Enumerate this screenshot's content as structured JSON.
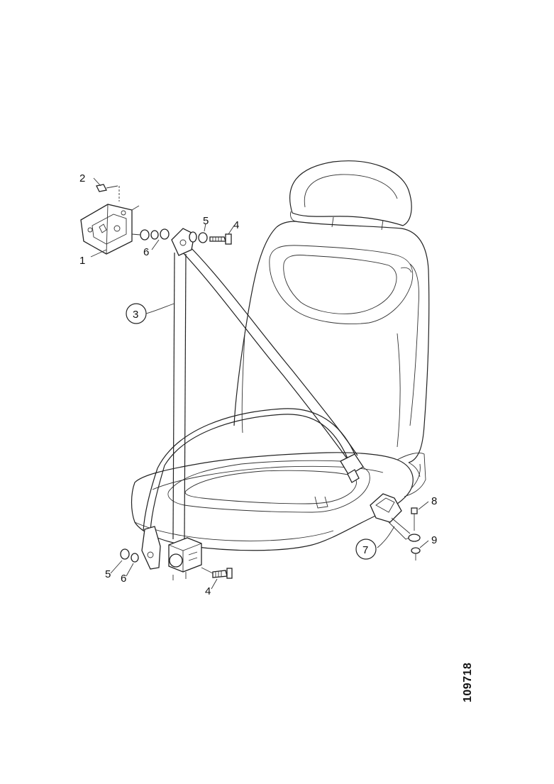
{
  "figure": {
    "reference": "109718",
    "labels": {
      "bracket": "1",
      "top_bolt": "2",
      "belt_assembly": "3",
      "upper_bolt": "4",
      "upper_washer_a": "5",
      "upper_spacer": "6",
      "buckle": "7",
      "buckle_bolt": "8",
      "buckle_nut": "9",
      "lower_washer": "5",
      "lower_spacer": "6",
      "lower_bolt": "4"
    }
  },
  "colors": {
    "line": "#222222",
    "background": "#ffffff"
  }
}
